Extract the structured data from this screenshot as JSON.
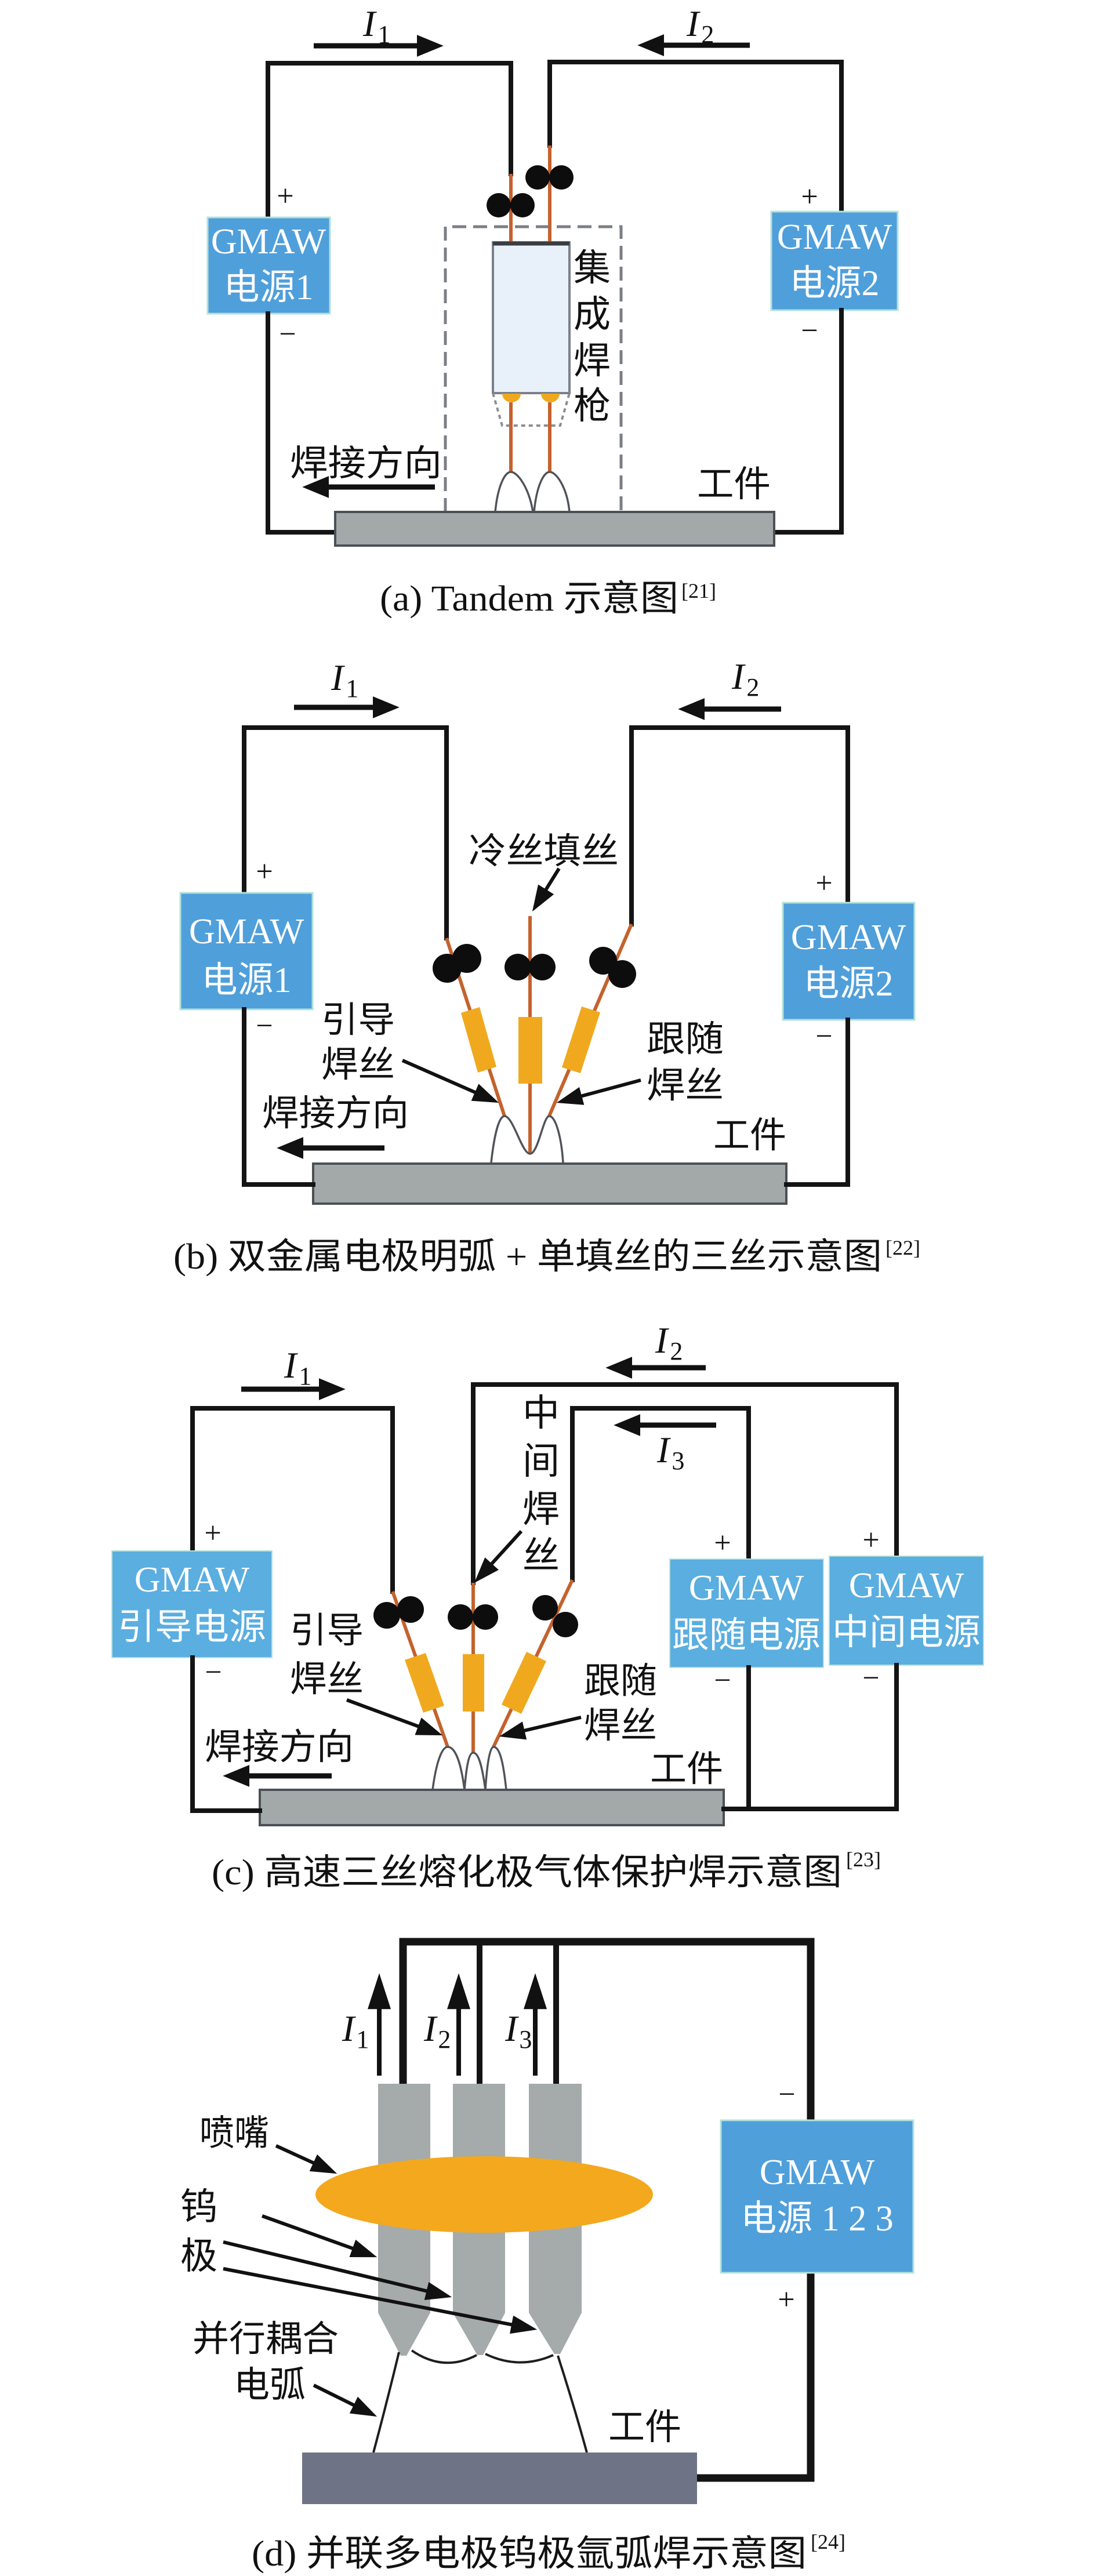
{
  "figure": {
    "panel_a": {
      "caption": "(a) Tandem 示意图",
      "caption_ref": "[21]",
      "currents": [
        {
          "symbol": "I",
          "subscript": "1"
        },
        {
          "symbol": "I",
          "subscript": "2"
        }
      ],
      "power_sources": [
        {
          "line1": "GMAW",
          "line2": "电源1",
          "positive": "+",
          "negative": "−"
        },
        {
          "line1": "GMAW",
          "line2": "电源2",
          "positive": "+",
          "negative": "−"
        }
      ],
      "torch_label": [
        "集",
        "成",
        "焊",
        "枪"
      ],
      "direction_label": "焊接方向",
      "workpiece_label": "工件"
    },
    "panel_b": {
      "caption": "(b) 双金属电极明弧 + 单填丝的三丝示意图",
      "caption_ref": "[22]",
      "currents": [
        {
          "symbol": "I",
          "subscript": "1"
        },
        {
          "symbol": "I",
          "subscript": "2"
        }
      ],
      "power_sources": [
        {
          "line1": "GMAW",
          "line2": "电源1",
          "positive": "+",
          "negative": "−"
        },
        {
          "line1": "GMAW",
          "line2": "电源2",
          "positive": "+",
          "negative": "−"
        }
      ],
      "cold_wire_label": "冷丝填丝",
      "lead_wire_label": [
        "引导",
        "焊丝"
      ],
      "trail_wire_label": [
        "跟随",
        "焊丝"
      ],
      "direction_label": "焊接方向",
      "workpiece_label": "工件"
    },
    "panel_c": {
      "caption": "(c) 高速三丝熔化极气体保护焊示意图",
      "caption_ref": "[23]",
      "currents": [
        {
          "symbol": "I",
          "subscript": "1"
        },
        {
          "symbol": "I",
          "subscript": "2"
        },
        {
          "symbol": "I",
          "subscript": "3"
        }
      ],
      "power_sources": [
        {
          "line1": "GMAW",
          "line2": "引导电源",
          "positive": "+",
          "negative": "−"
        },
        {
          "line1": "GMAW",
          "line2": "跟随电源",
          "positive": "+",
          "negative": "−"
        },
        {
          "line1": "GMAW",
          "line2": "中间电源",
          "positive": "+",
          "negative": "−"
        }
      ],
      "middle_wire_label": [
        "中",
        "间",
        "焊",
        "丝"
      ],
      "lead_wire_label": [
        "引导",
        "焊丝"
      ],
      "trail_wire_label": [
        "跟随",
        "焊丝"
      ],
      "direction_label": "焊接方向",
      "workpiece_label": "工件"
    },
    "panel_d": {
      "caption": "(d) 并联多电极钨极氩弧焊示意图",
      "caption_ref": "[24]",
      "currents": [
        {
          "symbol": "I",
          "subscript": "1"
        },
        {
          "symbol": "I",
          "subscript": "2"
        },
        {
          "symbol": "I",
          "subscript": "3"
        }
      ],
      "power_source": {
        "line1": "GMAW",
        "line2": "电源 1 2 3",
        "positive": "+",
        "negative": "−"
      },
      "nozzle_label": "喷嘴",
      "electrode_label": [
        "钨",
        "极"
      ],
      "arc_label": [
        "并行耦合",
        "电弧"
      ],
      "workpiece_label": "工件"
    }
  },
  "colors": {
    "wire": "#141414",
    "filler_wire": "#c4622d",
    "power_source": "#4f9fdb",
    "power_source_alt": "#5aaee0",
    "workpiece": "#a3a9a8",
    "workpiece_dark": "#6e7385",
    "contact_tube": "#f0a91e",
    "nozzle": "#f4a81d",
    "electrode": "#a4abaa",
    "torch_body": "#e8f0f9"
  }
}
